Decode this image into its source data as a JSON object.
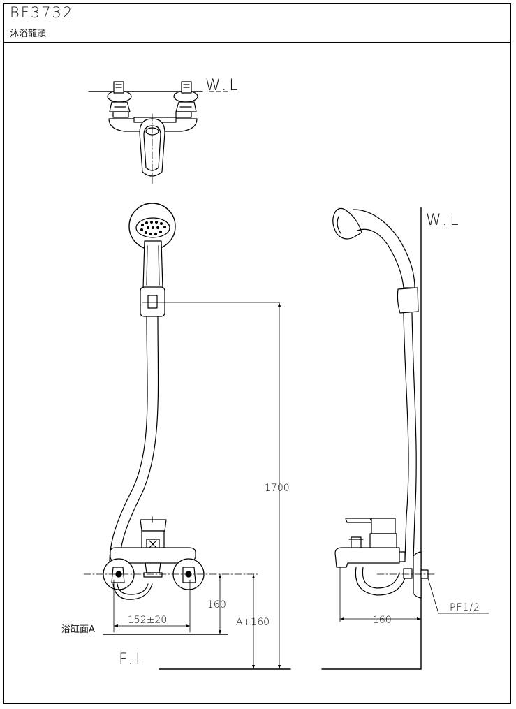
{
  "header": {
    "model_code": "BF3732",
    "product_name": "沐浴龍頭"
  },
  "labels": {
    "wall_line_top": "W.L",
    "wall_line_side": "W.L",
    "floor_line": "F.L",
    "tub_surface": "浴缸面A",
    "thread_size": "PF1/2"
  },
  "dimensions": {
    "height_bar_to_floor": "1700",
    "center_spacing": "152±20",
    "tub_to_inlet": "160",
    "floor_to_inlet": "A+160",
    "wall_projection": "160"
  }
}
